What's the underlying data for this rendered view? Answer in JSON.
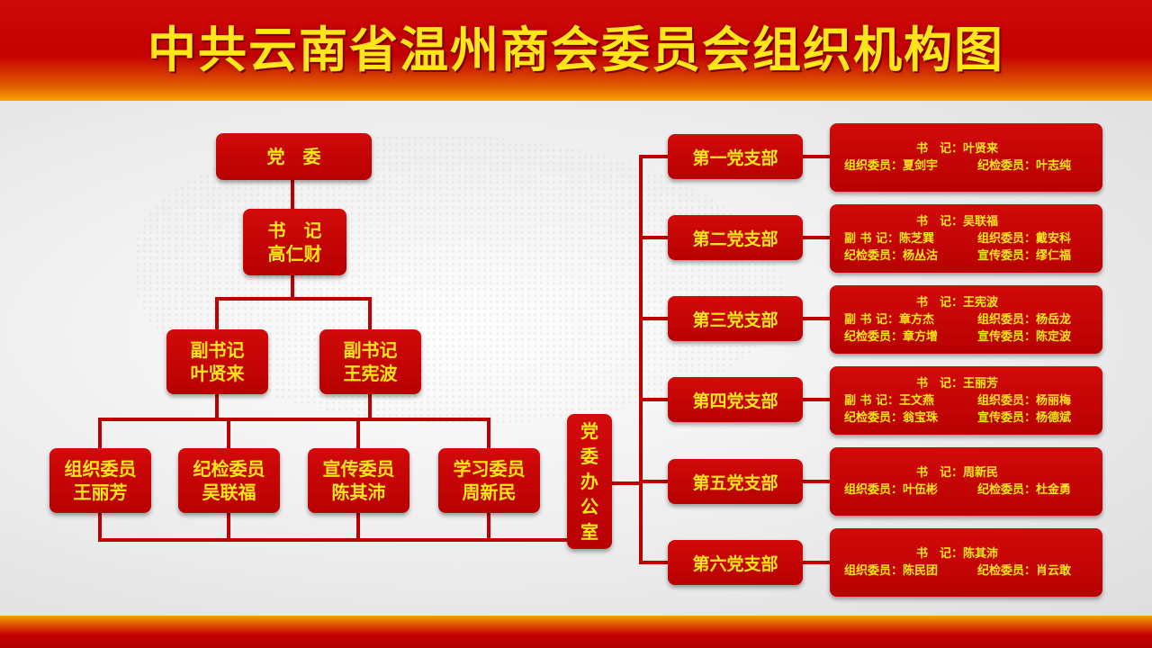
{
  "title": "中共云南省温州商会委员会组织机构图",
  "colors": {
    "box": "#c00000",
    "text": "#ffe51a",
    "line": "#c00000"
  },
  "committee": "党　委",
  "secretary": {
    "title": "书　记",
    "name": "高仁财"
  },
  "deputies": [
    {
      "title": "副书记",
      "name": "叶贤来"
    },
    {
      "title": "副书记",
      "name": "王宪波"
    }
  ],
  "members": [
    {
      "title": "组织委员",
      "name": "王丽芳"
    },
    {
      "title": "纪检委员",
      "name": "吴联福"
    },
    {
      "title": "宣传委员",
      "name": "陈其沛"
    },
    {
      "title": "学习委员",
      "name": "周新民"
    }
  ],
  "office": [
    "党",
    "委",
    "办",
    "公",
    "室"
  ],
  "branches": [
    {
      "name": "第一党支部",
      "secretary": "书　记：叶贤来",
      "rows": [
        [
          "组织委员：夏剑宇",
          "纪检委员：叶志纯"
        ]
      ]
    },
    {
      "name": "第二党支部",
      "secretary": "书　记：吴联福",
      "rows": [
        [
          "副 书 记：陈芝巽",
          "组织委员：戴安科"
        ],
        [
          "纪检委员：杨丛沽",
          "宣传委员：缪仁福"
        ]
      ]
    },
    {
      "name": "第三党支部",
      "secretary": "书　记：王宪波",
      "rows": [
        [
          "副 书 记：章方杰",
          "组织委员：杨岳龙"
        ],
        [
          "纪检委员：章方增",
          "宣传委员：陈定波"
        ]
      ]
    },
    {
      "name": "第四党支部",
      "secretary": "书　记：王丽芳",
      "rows": [
        [
          "副 书 记：王文燕",
          "组织委员：杨丽梅"
        ],
        [
          "纪检委员：翁宝珠",
          "宣传委员：杨德斌"
        ]
      ]
    },
    {
      "name": "第五党支部",
      "secretary": "书　记：周新民",
      "rows": [
        [
          "组织委员：叶伍彬",
          "纪检委员：杜金勇"
        ]
      ]
    },
    {
      "name": "第六党支部",
      "secretary": "书　记：陈其沛",
      "rows": [
        [
          "组织委员：陈民团",
          "纪检委员：肖云敢"
        ]
      ]
    }
  ]
}
